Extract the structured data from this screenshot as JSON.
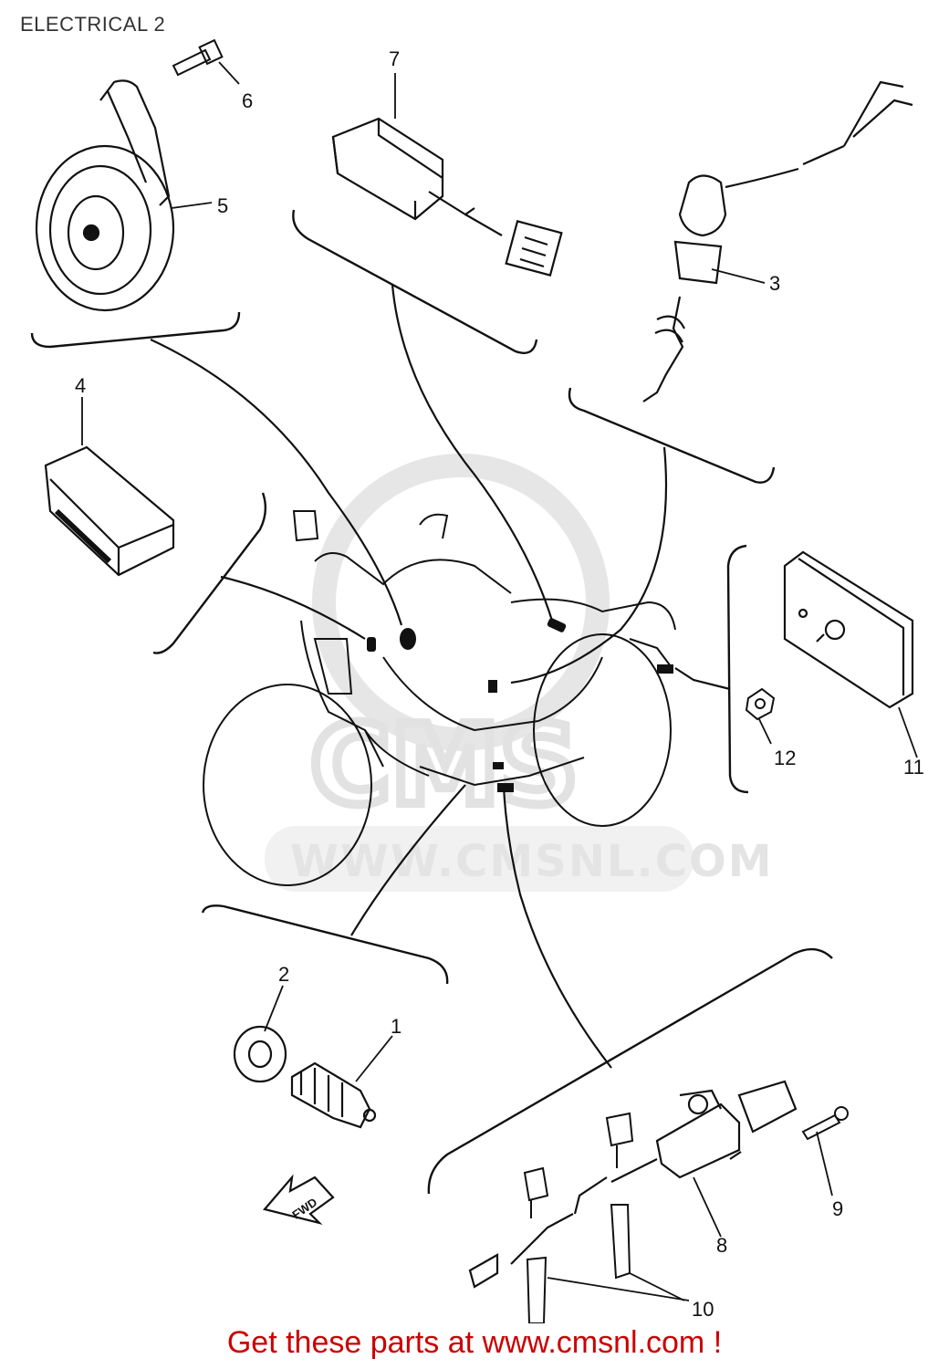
{
  "title": "ELECTRICAL 2",
  "watermark": {
    "logo_text": "CMS",
    "url_text": "WWW.CMSNL.COM"
  },
  "callouts": {
    "p1": "1",
    "p2": "2",
    "p3": "3",
    "p4": "4",
    "p5": "5",
    "p6": "6",
    "p7": "7",
    "p8": "8",
    "p9": "9",
    "p10": "10",
    "p11": "11",
    "p12": "12"
  },
  "direction_arrow_label": "FWD",
  "footer_cta": "Get these parts at www.cmsnl.com !",
  "colors": {
    "line": "#111111",
    "watermark": "#e2e2e2",
    "cta": "#cc0000"
  }
}
